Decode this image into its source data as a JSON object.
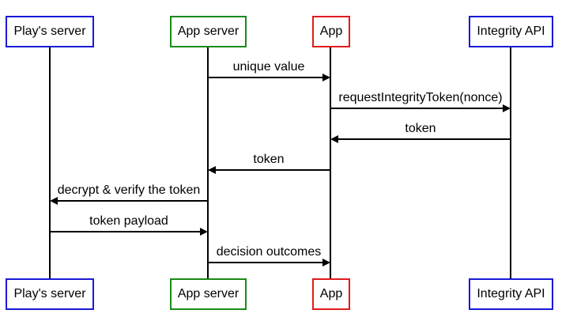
{
  "participants": [
    {
      "id": "play",
      "label": "Play's server",
      "color": "#1a1ad6"
    },
    {
      "id": "appserver",
      "label": "App server",
      "color": "#1a8a1a"
    },
    {
      "id": "app",
      "label": "App",
      "color": "#e01b1b"
    },
    {
      "id": "api",
      "label": "Integrity API",
      "color": "#1a1ad6"
    }
  ],
  "messages": [
    {
      "from": "appserver",
      "to": "app",
      "label": "unique value"
    },
    {
      "from": "app",
      "to": "api",
      "label": "requestIntegrityToken(nonce)"
    },
    {
      "from": "api",
      "to": "app",
      "label": "token"
    },
    {
      "from": "app",
      "to": "appserver",
      "label": "token"
    },
    {
      "from": "appserver",
      "to": "play",
      "label": "decrypt & verify the token"
    },
    {
      "from": "play",
      "to": "appserver",
      "label": "token payload"
    },
    {
      "from": "appserver",
      "to": "app",
      "label": "decision outcomes"
    }
  ]
}
